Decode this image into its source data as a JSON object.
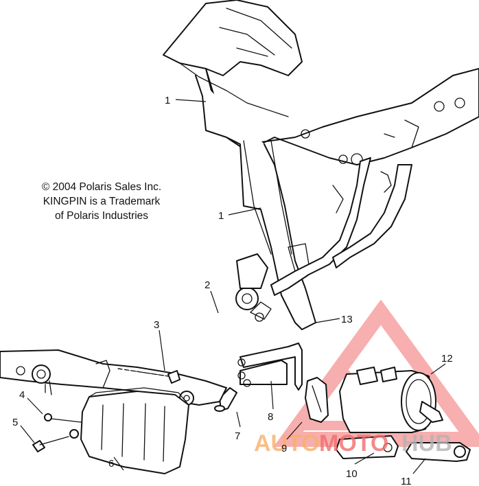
{
  "copyright": {
    "line1": "© 2004 Polaris Sales Inc.",
    "line2": "KINGPIN is a Trademark",
    "line3": "of Polaris Industries"
  },
  "callouts": [
    "1",
    "1",
    "2",
    "3",
    "4",
    "5",
    "6",
    "7",
    "8",
    "9",
    "10",
    "11",
    "12",
    "13"
  ],
  "watermark": {
    "text_part1": "AUTO",
    "text_part2": "MOTO",
    "text_part3": "HUB",
    "color_red": "#f26d6d",
    "color_orange": "#f6b16b",
    "color_gray": "#b3b3b3"
  }
}
